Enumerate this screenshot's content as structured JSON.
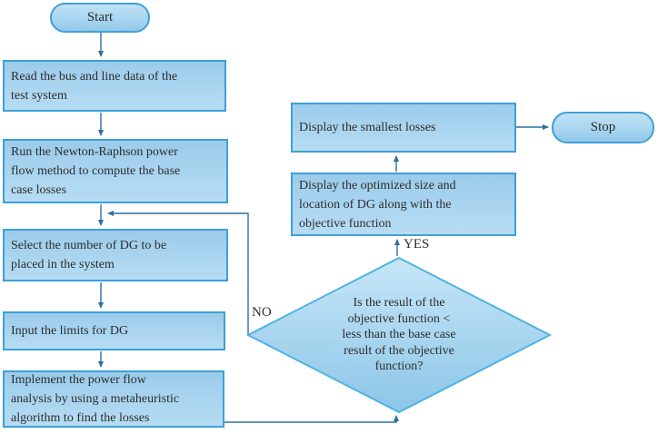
{
  "flowchart": {
    "nodes": {
      "start": {
        "label": "Start"
      },
      "read_data": {
        "label": "Read the bus and line data of the\ntest system"
      },
      "run_newton_raphson": {
        "label": "Run the Newton-Raphson power\nflow method to compute the base\ncase losses"
      },
      "select_dg_number": {
        "label": "Select the number of DG to be\nplaced in the system"
      },
      "input_dg_limits": {
        "label": "Input the limits for DG"
      },
      "implement_power_flow": {
        "label": "Implement the power flow\nanalysis by using a metaheuristic\nalgorithm to find the losses"
      },
      "decision_objective": {
        "label": "Is the result of the\nobjective function <\nless than the base case\nresult of the objective\nfunction?"
      },
      "display_optimized": {
        "label": "Display the optimized size and\nlocation of DG along with the\nobjective function"
      },
      "display_smallest_losses": {
        "label": "Display the smallest losses"
      },
      "stop": {
        "label": "Stop"
      }
    },
    "edge_labels": {
      "yes": "YES",
      "no": "NO"
    },
    "colors": {
      "process_border": "#3da0d8",
      "process_fill_top": "#9bcbea",
      "process_fill_bottom": "#b7dcf3",
      "diamond_border": "#4fb2e3",
      "diamond_fill_top": "#c7e6f7",
      "diamond_fill_bottom": "#8cc6e8",
      "connector": "#2d6f9e",
      "text": "#2d2d2d"
    }
  }
}
